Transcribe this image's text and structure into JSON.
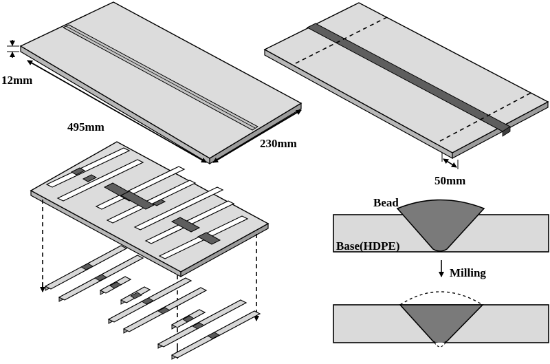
{
  "diagram": {
    "labels": {
      "thickness": "12mm",
      "length": "495mm",
      "width": "230mm",
      "specimen_width": "50mm",
      "bead": "Bead",
      "base": "Base(HDPE)",
      "milling": "Milling"
    },
    "colors": {
      "plate": "#dcdcdc",
      "plate_side": "#b8b8b8",
      "bead": "#5e5e5e",
      "section_base": "#dadada",
      "section_bead": "#7a7a7a"
    }
  }
}
